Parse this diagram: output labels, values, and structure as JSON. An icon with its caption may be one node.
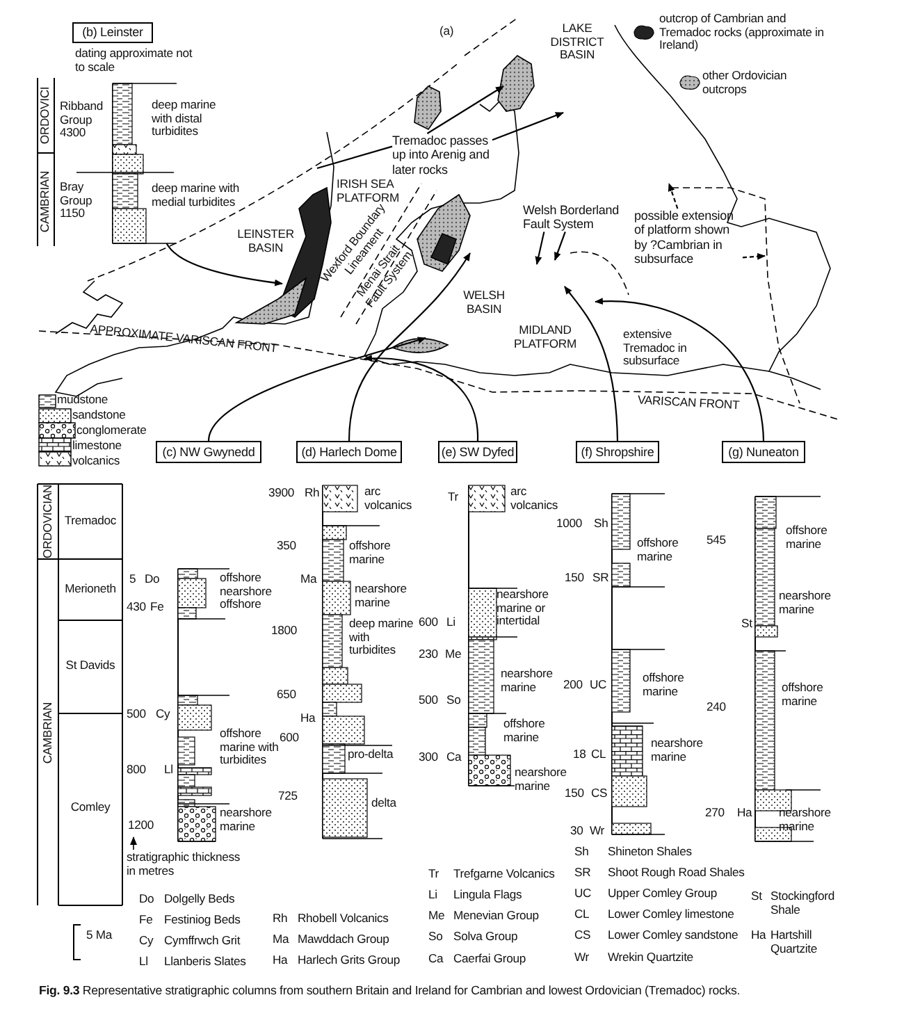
{
  "diagram": {
    "caption": "**Fig. 9.3** Representative stratigraphic columns from southern Britain and Ireland for Cambrian and lowest Ordovician (Tremadoc) rocks.",
    "nodes": [
      {
        "text": [
          "(b) Leinster"
        ]
      },
      {
        "text": [],
        "shape": "bar"
      },
      {
        "text": [
          "Tremadoc passes up into Arenig and later rocks"
        ]
      },
      {
        "text": [
          "Welsh Borderland Fault System"
        ]
      },
      {
        "text": [
          "possible extension of platform shown by ?Cambrian in subsurface"
        ]
      },
      {
        "text": [
          "(c) NW Gwynedd"
        ]
      },
      {
        "text": [
          "(d) Harlech Dome"
        ]
      },
      {
        "text": [
          "(e) SW Dyfed"
        ]
      },
      {
        "text": [
          "(f) Shropshire"
        ]
      },
      {
        "text": [
          "(g) Nuneaton"
        ]
      }
    ],
    "edges": [
      {
        "from": 1,
        "to": null,
        "arrow": "to"
      },
      {
        "from": 2,
        "to": null,
        "arrow": "none"
      },
      {
        "from": 2,
        "to": null,
        "arrow": "to"
      },
      {
        "from": 2,
        "to": null,
        "arrow": "to"
      },
      {
        "from": 3,
        "to": null,
        "arrow": "to"
      },
      {
        "from": 3,
        "to": null,
        "arrow": "to"
      },
      {
        "from": 4,
        "to": null,
        "arrow": "to",
        "style": "dashed"
      },
      {
        "from": 4,
        "to": null,
        "arrow": "to",
        "style": "dashed"
      },
      {
        "from": 5,
        "to": null,
        "arrow": "to"
      },
      {
        "from": 6,
        "to": null,
        "arrow": "to"
      },
      {
        "from": 7,
        "to": null,
        "arrow": "to"
      },
      {
        "from": 8,
        "to": null,
        "arrow": "to"
      },
      {
        "from": 9,
        "to": null,
        "arrow": "to"
      }
    ],
    "labels": [
      "(a)",
      "LAKE DISTRICT BASIN",
      "dating approximate not to scale",
      "ORDOVICI",
      "Ribband Group 4300",
      "deep marine with distal turbidites",
      "CAMBRIAN",
      "Bray Group 1150",
      "deep marine with medial turbidites",
      "IRISH SEA PLATFORM",
      "LEINSTER BASIN",
      "Wexford Boundary Lineament",
      "Menai Strait Fault System",
      "WELSH BASIN",
      "APPROXIMATE VARISCAN FRONT",
      "MIDLAND PLATFORM",
      "extensive Tremadoc in subsurface",
      "VARISCAN FRONT",
      "ORDOVICIAN",
      "Tremadoc",
      "Merioneth",
      "St Davids",
      "CAMBRIAN",
      "Comley",
      "5",
      "Do",
      "offshore nearshore offshore",
      "430",
      "Fe",
      "500",
      "Cy",
      "offshore marine with turbidites",
      "800",
      "Ll",
      "nearshore marine",
      "1200",
      "stratigraphic thickness in metres",
      "3900",
      "Rh",
      "arc volcanics",
      "350",
      "offshore marine",
      "Ma",
      "nearshore marine",
      "1800",
      "deep marine with turbidites",
      "650",
      "Ha",
      "600",
      "pro-delta",
      "725",
      "delta",
      "Tr",
      "arc volcanics",
      "nearshore marine or intertidal",
      "600",
      "Li",
      "230",
      "Me",
      "nearshore marine",
      "500",
      "So",
      "offshore marine",
      "300",
      "Ca",
      "nearshore marine",
      "1000",
      "Sh",
      "offshore marine",
      "150",
      "SR",
      "200",
      "UC",
      "offshore marine",
      "18",
      "CL",
      "nearshore marine",
      "150",
      "CS",
      "30",
      "Wr",
      "545",
      "offshore marine",
      "nearshore marine",
      "St",
      "240",
      "offshore marine",
      "270",
      "Ha",
      "nearshore marine",
      "Sh",
      "Shineton Shales",
      "Tr",
      "Trefgarne Volcanics",
      "SR",
      "Shoot Rough Road Shales",
      "Do",
      "Dolgelly Beds",
      "Li",
      "Lingula Flags",
      "UC",
      "Upper Comley Group",
      "St",
      "Stockingford Shale",
      "Fe",
      "Festiniog Beds",
      "Rh",
      "Rhobell Volcanics",
      "Me",
      "Menevian Group",
      "CL",
      "Lower Comley limestone",
      "5 Ma",
      "Cy",
      "Cymffrwch Grit",
      "Ma",
      "Mawddach Group",
      "So",
      "Solva Group",
      "CS",
      "Lower Comley sandstone",
      "Ha",
      "Hartshill Quartzite",
      "Ll",
      "Llanberis Slates",
      "Ha",
      "Harlech Grits Group",
      "Ca",
      "Caerfai Group",
      "Wr",
      "Wrekin Quartzite"
    ],
    "legend": [
      {
        "text": "outcrop of Cambrian and Tremadoc rocks (approximate in Ireland)"
      },
      {
        "text": "other Ordovician outcrops"
      },
      {
        "text": "mudstone"
      },
      {
        "text": "sandstone"
      },
      {
        "text": "conglomerate"
      },
      {
        "text": "limestone"
      },
      {
        "text": "volcanics"
      }
    ]
  }
}
